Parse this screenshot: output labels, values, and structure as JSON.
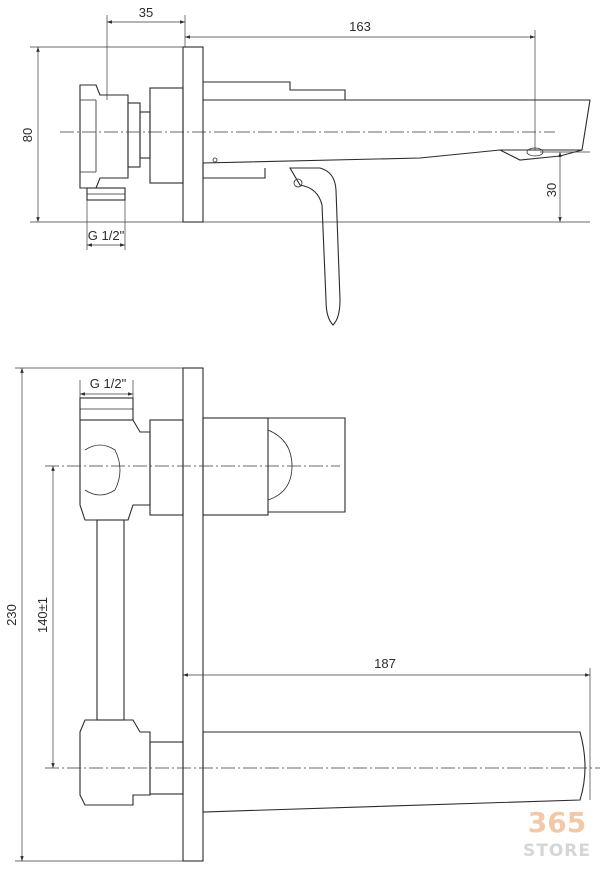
{
  "dimensions": {
    "top_offset": "35",
    "top_length": "163",
    "top_height": "80",
    "top_spout_drop": "30",
    "top_thread": "G 1/2\"",
    "bottom_thread": "G 1/2\"",
    "bottom_total_height": "230",
    "bottom_outlet_distance": "140±1",
    "bottom_spout_length": "187"
  },
  "watermark": {
    "number": "365",
    "word": "STORE"
  },
  "colors": {
    "line": "#2b2b2b",
    "watermark_number": "#f2c9a8",
    "watermark_word": "#d6d6d6"
  }
}
